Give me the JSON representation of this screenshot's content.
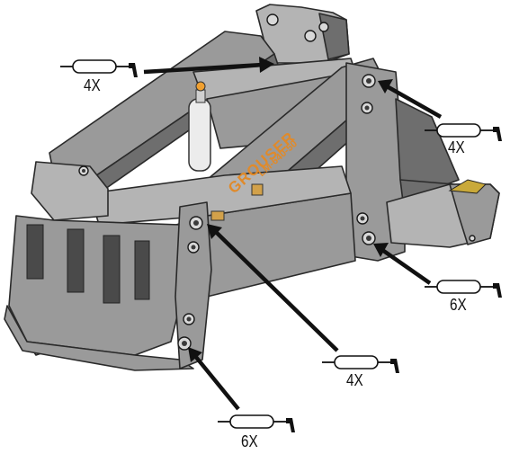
{
  "diagram": {
    "brand_text": "GROUSER",
    "model_text": "LM-640-50",
    "callouts": [
      {
        "id": "top-center",
        "quantity": "4X"
      },
      {
        "id": "top-right",
        "quantity": "4X"
      },
      {
        "id": "right-middle",
        "quantity": "6X"
      },
      {
        "id": "bottom-center",
        "quantity": "4X"
      },
      {
        "id": "bottom-left",
        "quantity": "6X"
      }
    ],
    "colors": {
      "frame": "#9a9a9a",
      "frame_dark": "#6e6e6e",
      "brand_orange": "#e08a2a",
      "cylinder": "#e8e8e8",
      "arrow": "#111111"
    },
    "icons": [
      "grease-gun-icon"
    ]
  }
}
